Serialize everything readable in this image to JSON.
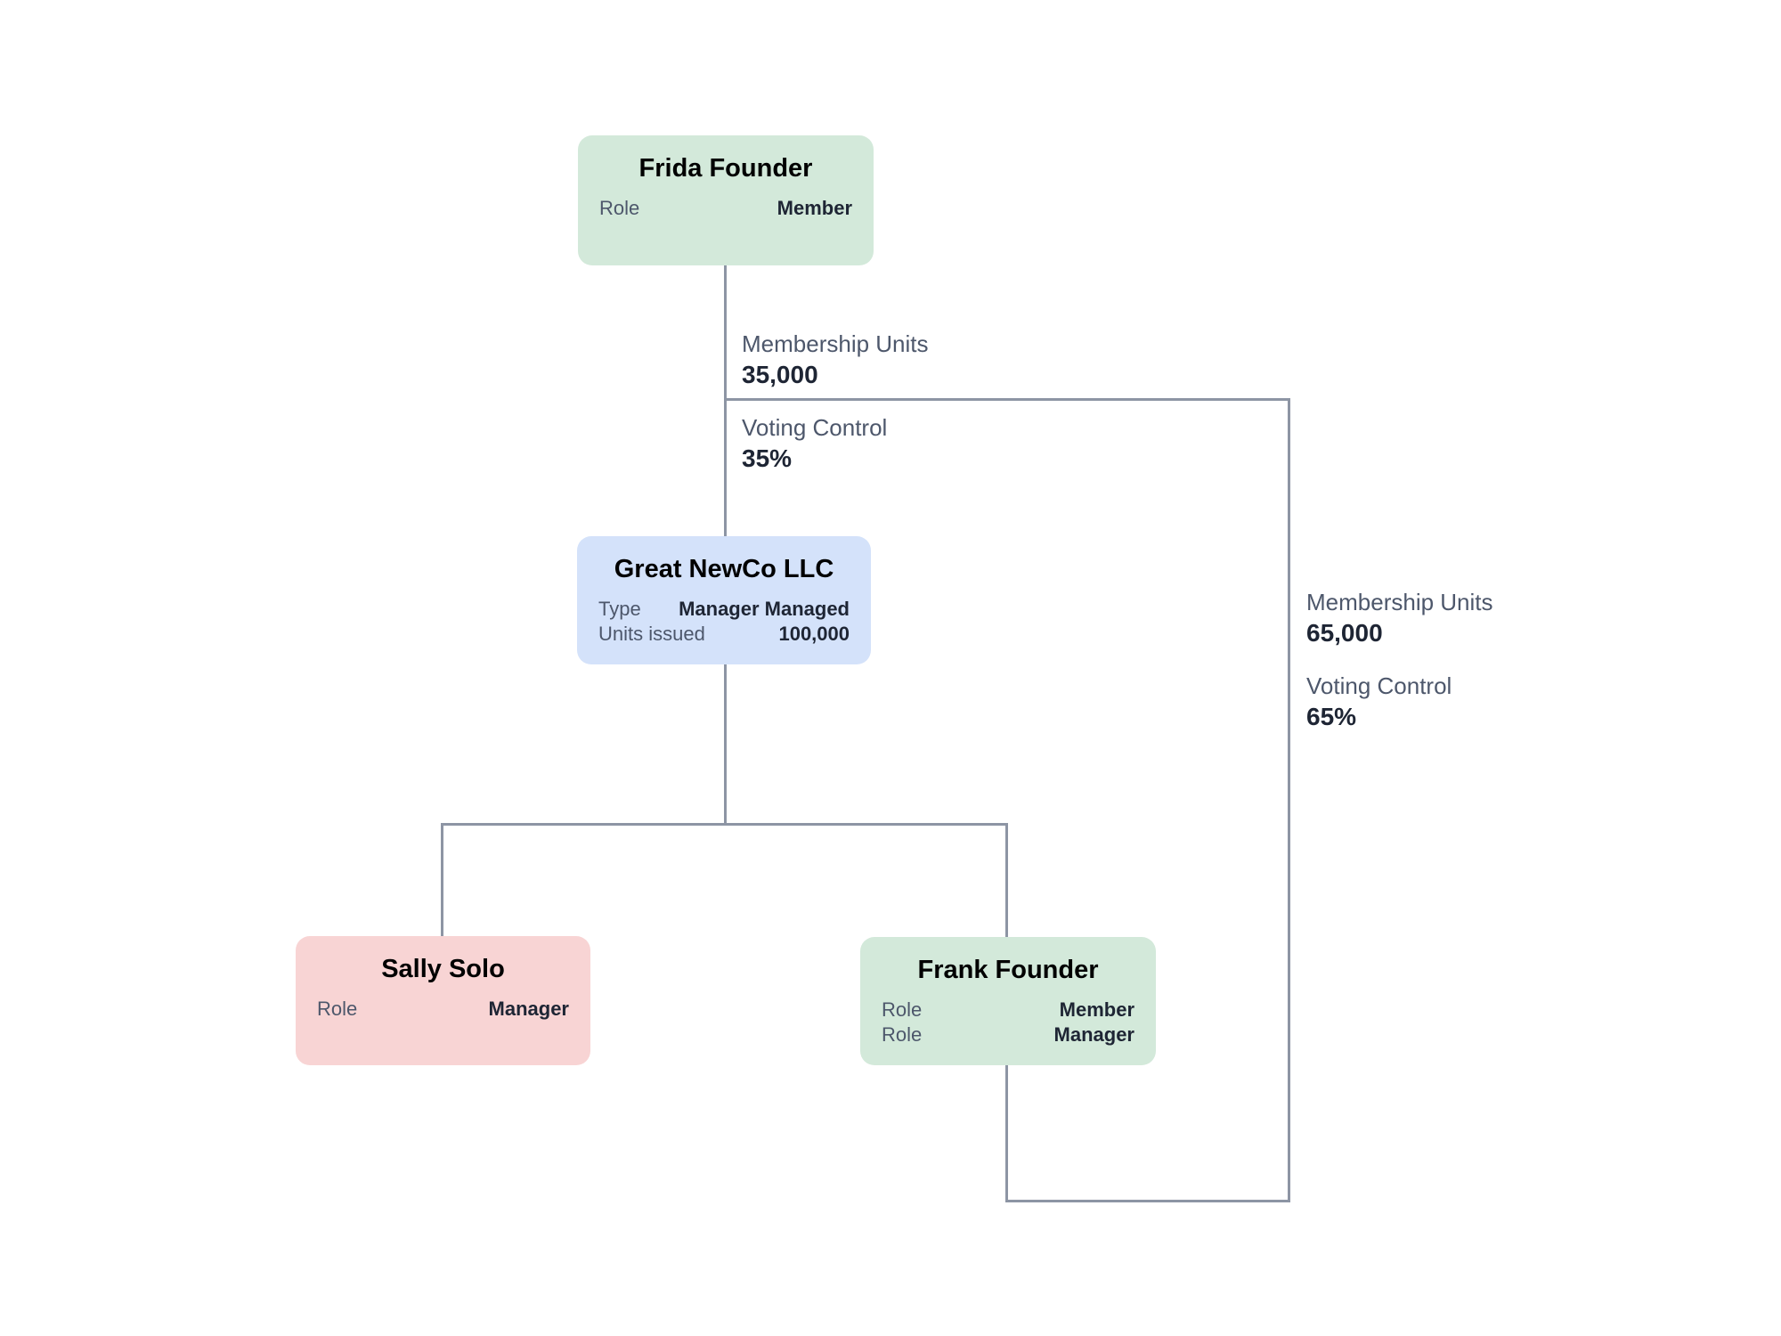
{
  "diagram": {
    "nodes": [
      {
        "title": "Frida Founder",
        "rows": [
          {
            "label": "Role",
            "value": "Member"
          }
        ]
      },
      {
        "title": "Great NewCo LLC",
        "rows": [
          {
            "label": "Type",
            "value": "Manager Managed"
          },
          {
            "label": "Units issued",
            "value": "100,000"
          }
        ]
      },
      {
        "title": "Sally Solo",
        "rows": [
          {
            "label": "Role",
            "value": "Manager"
          }
        ]
      },
      {
        "title": "Frank Founder",
        "rows": [
          {
            "label": "Role",
            "value": "Member"
          },
          {
            "label": "Role",
            "value": "Manager"
          }
        ]
      }
    ],
    "edges": [
      {
        "from": "Frida Founder",
        "to": "Great NewCo LLC",
        "labels": [
          {
            "name": "Membership Units",
            "value": "35,000"
          },
          {
            "name": "Voting Control",
            "value": "35%"
          }
        ]
      },
      {
        "from": "Frank Founder",
        "to": "Great NewCo LLC",
        "labels": [
          {
            "name": "Membership Units",
            "value": "65,000"
          },
          {
            "name": "Voting Control",
            "value": "65%"
          }
        ]
      }
    ],
    "colors": {
      "node_green": "#d3e9da",
      "node_blue": "#d4e2fa",
      "node_pink": "#f8d4d4",
      "connector": "#8d95a4",
      "label_text": "#4d576b",
      "value_text": "#1e2534"
    }
  }
}
